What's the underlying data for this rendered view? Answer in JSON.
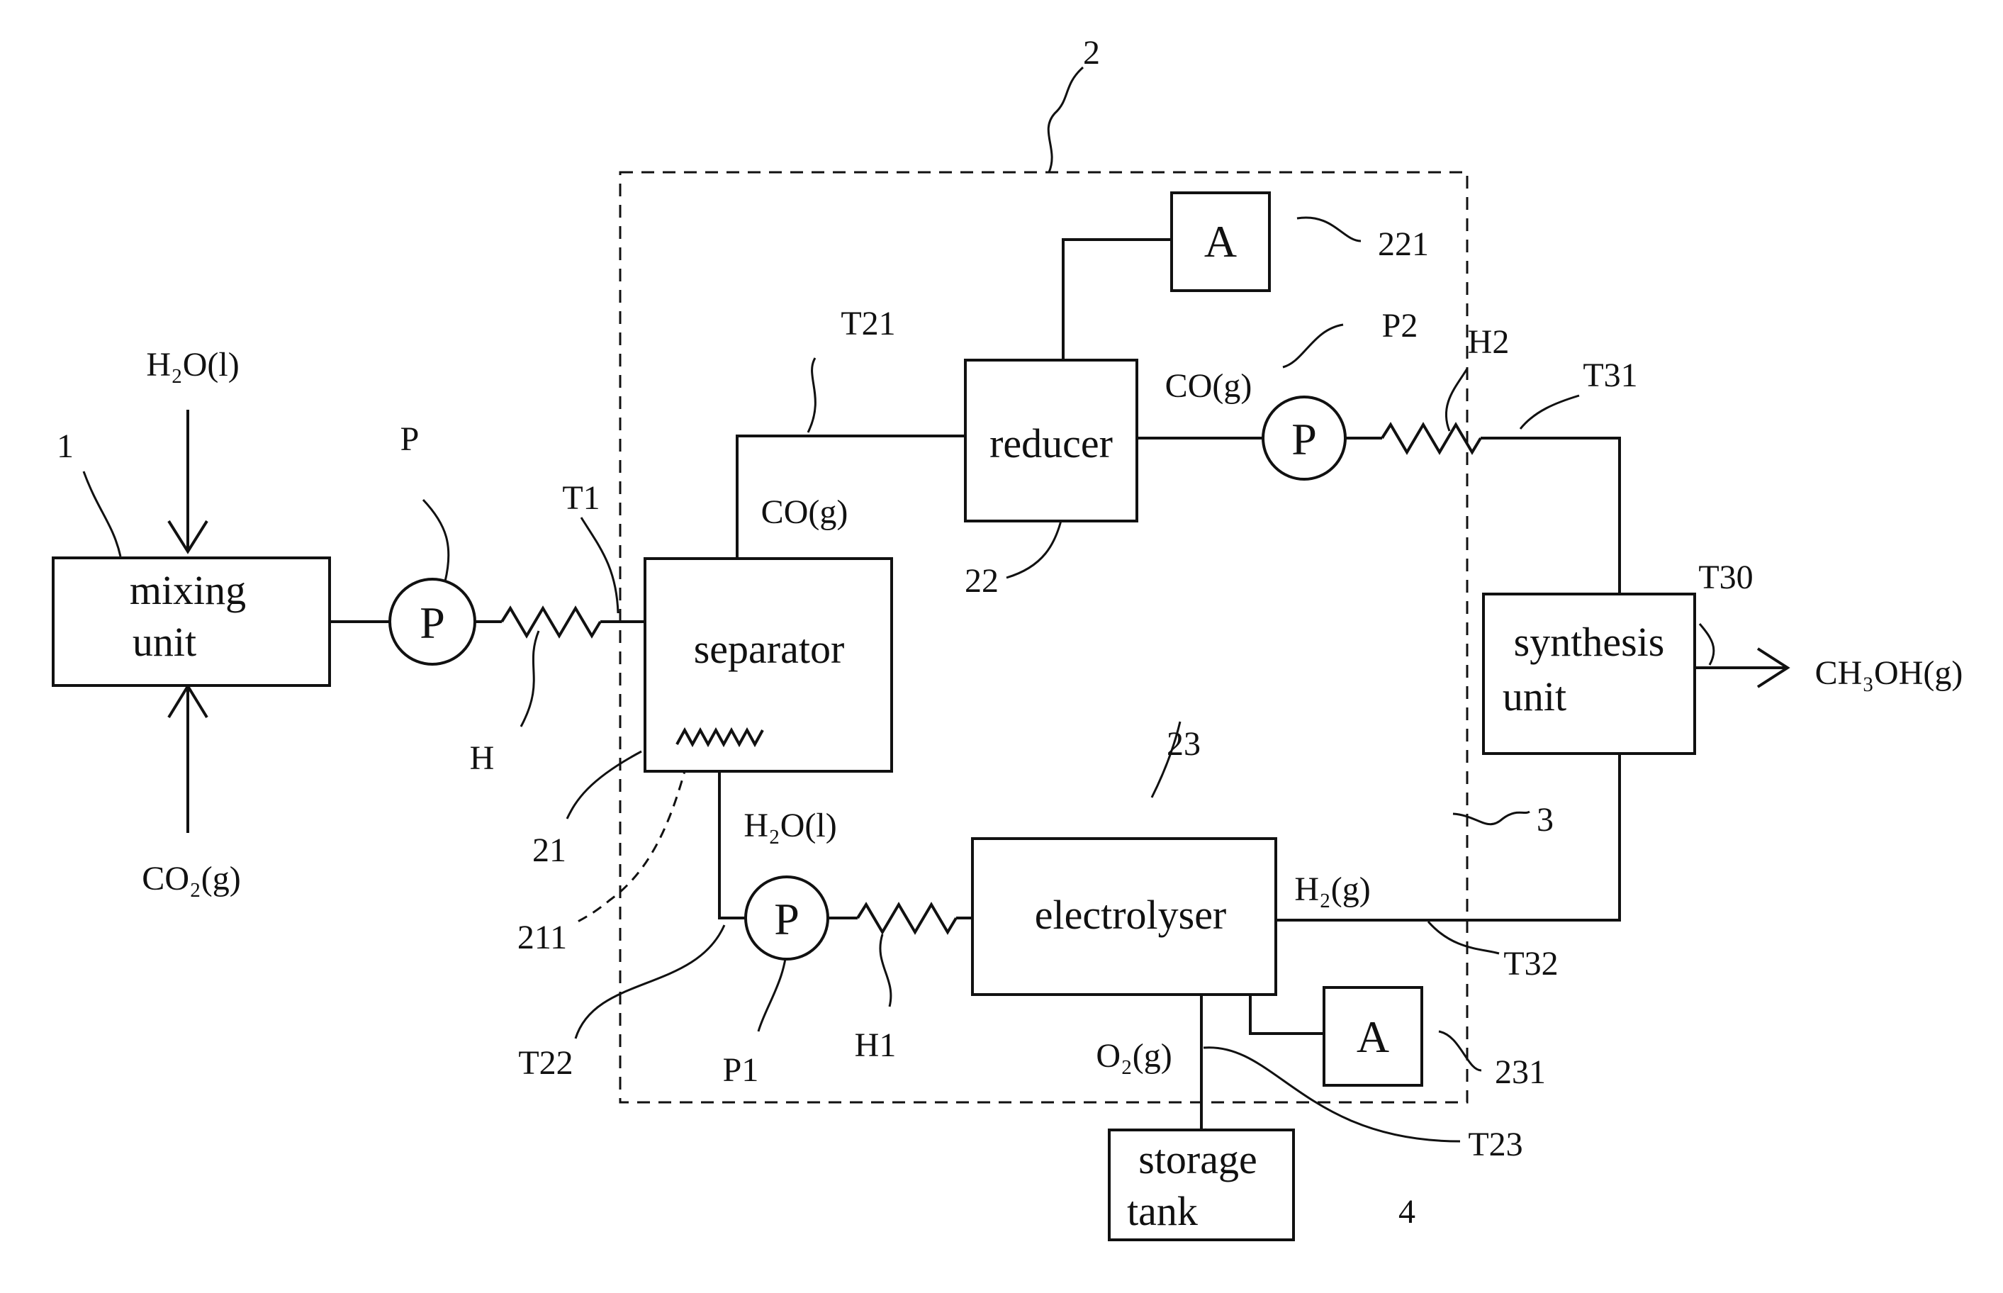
{
  "boxes": {
    "mixing_unit": [
      "mixing",
      "unit"
    ],
    "separator": "separator",
    "reducer": "reducer",
    "electrolyser": "electrolyser",
    "synthesis_unit": [
      "synthesis",
      "unit"
    ],
    "storage_tank": [
      "storage",
      "tank"
    ],
    "reducer_aux": "A",
    "electrolyser_aux": "A"
  },
  "pumps": {
    "main": "P",
    "water": "P",
    "co": "P"
  },
  "streams": {
    "water_in": "H₂O(l)",
    "co2_in": "CO₂(g)",
    "co_to_reducer": "CO(g)",
    "co_out": "CO(g)",
    "water_recycle": "H₂O(l)",
    "hydrogen": "H₂(g)",
    "oxygen": "O₂(g)",
    "methanol_out": "CH₃OH(g)"
  },
  "refs": {
    "r1": "1",
    "r2": "2",
    "r3": "3",
    "r4": "4",
    "rP": "P",
    "rH": "H",
    "rT1": "T1",
    "r21": "21",
    "r211": "211",
    "r22": "22",
    "r221": "221",
    "r23": "23",
    "r231": "231",
    "rT21": "T21",
    "rT22": "T22",
    "rT23": "T23",
    "rT30": "T30",
    "rT31": "T31",
    "rT32": "T32",
    "rP1": "P1",
    "rP2": "P2",
    "rH1": "H1",
    "rH2": "H2"
  }
}
